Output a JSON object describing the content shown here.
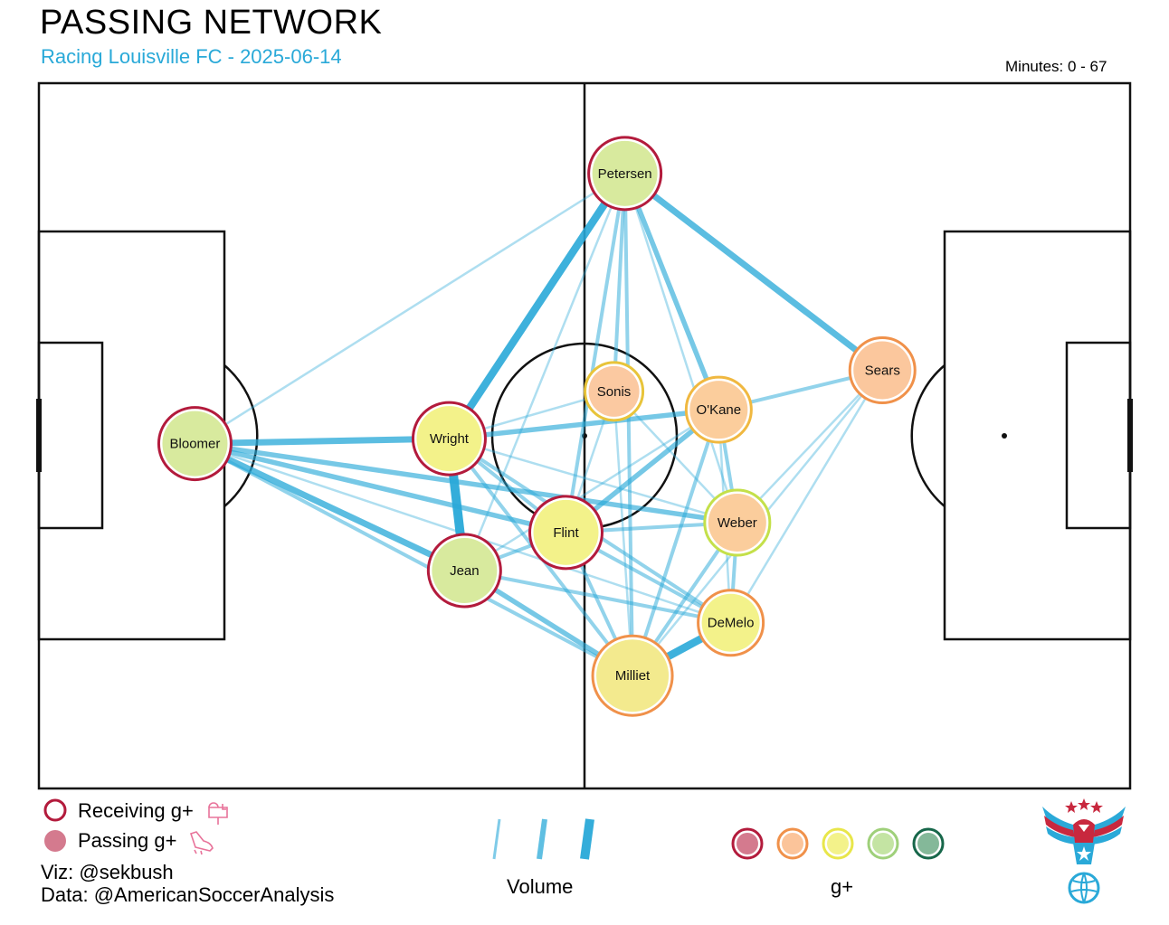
{
  "title": "PASSING NETWORK",
  "subtitle": "Racing Louisville FC - 2025-06-14",
  "minutes": "Minutes: 0 - 67",
  "legend": {
    "receiving": "Receiving g+",
    "passing": "Passing g+",
    "volume": "Volume",
    "gplus": "g+",
    "gplus_scale_colors": [
      "#d47a8e",
      "#fbc49a",
      "#f3f28a",
      "#c4e4a3",
      "#84b899"
    ],
    "gplus_scale_borders": [
      "#b31b3c",
      "#f0914a",
      "#e8e64a",
      "#9fd07a",
      "#17674a"
    ]
  },
  "credits": {
    "viz": "Viz: @sekbush",
    "data": "Data: @AmericanSoccerAnalysis"
  },
  "icons": [
    "mailbox-icon",
    "boot-icon",
    "eagle-logo-icon"
  ],
  "chart_data": {
    "type": "network",
    "pitch_units": {
      "x": [
        0,
        100
      ],
      "y": [
        0,
        100
      ]
    },
    "nodes": [
      {
        "name": "Petersen",
        "x": 53.7,
        "y": 87.2,
        "pass_color": "#d8ea9e",
        "recv_color": "#b31b3c",
        "size": 3
      },
      {
        "name": "Sonis",
        "x": 52.7,
        "y": 56.3,
        "pass_color": "#fbc9a1",
        "recv_color": "#e8c43a",
        "size": 1
      },
      {
        "name": "O'Kane",
        "x": 62.3,
        "y": 53.7,
        "pass_color": "#fbcd9c",
        "recv_color": "#f0b840",
        "size": 2
      },
      {
        "name": "Sears",
        "x": 77.3,
        "y": 59.3,
        "pass_color": "#fbc79d",
        "recv_color": "#f0914a",
        "size": 2
      },
      {
        "name": "Bloomer",
        "x": 14.3,
        "y": 48.9,
        "pass_color": "#d8ea9e",
        "recv_color": "#b31b3c",
        "size": 3
      },
      {
        "name": "Wright",
        "x": 37.6,
        "y": 49.6,
        "pass_color": "#f3f28a",
        "recv_color": "#b31b3c",
        "size": 3
      },
      {
        "name": "Flint",
        "x": 48.3,
        "y": 36.3,
        "pass_color": "#f3f28a",
        "recv_color": "#b31b3c",
        "size": 3
      },
      {
        "name": "Weber",
        "x": 64.0,
        "y": 37.7,
        "pass_color": "#fbcd9c",
        "recv_color": "#c4e04a",
        "size": 2
      },
      {
        "name": "Jean",
        "x": 39.0,
        "y": 30.9,
        "pass_color": "#d8ea9e",
        "recv_color": "#b31b3c",
        "size": 3
      },
      {
        "name": "DeMelo",
        "x": 63.4,
        "y": 23.5,
        "pass_color": "#f3f28a",
        "recv_color": "#f0914a",
        "size": 2
      },
      {
        "name": "Milliet",
        "x": 54.4,
        "y": 16.0,
        "pass_color": "#f3ea8e",
        "recv_color": "#f0914a",
        "size": 4
      }
    ],
    "edges": [
      {
        "from": "Bloomer",
        "to": "Wright",
        "volume": 4
      },
      {
        "from": "Bloomer",
        "to": "Jean",
        "volume": 4
      },
      {
        "from": "Bloomer",
        "to": "Flint",
        "volume": 3
      },
      {
        "from": "Bloomer",
        "to": "Weber",
        "volume": 3
      },
      {
        "from": "Bloomer",
        "to": "Milliet",
        "volume": 2
      },
      {
        "from": "Bloomer",
        "to": "Petersen",
        "volume": 1
      },
      {
        "from": "Bloomer",
        "to": "DeMelo",
        "volume": 1
      },
      {
        "from": "Wright",
        "to": "Jean",
        "volume": 6
      },
      {
        "from": "Wright",
        "to": "Petersen",
        "volume": 5
      },
      {
        "from": "Wright",
        "to": "O'Kane",
        "volume": 3
      },
      {
        "from": "Wright",
        "to": "Flint",
        "volume": 2
      },
      {
        "from": "Wright",
        "to": "Milliet",
        "volume": 2
      },
      {
        "from": "Wright",
        "to": "Sonis",
        "volume": 1
      },
      {
        "from": "Wright",
        "to": "Weber",
        "volume": 1
      },
      {
        "from": "Wright",
        "to": "DeMelo",
        "volume": 2
      },
      {
        "from": "Jean",
        "to": "Milliet",
        "volume": 3
      },
      {
        "from": "Jean",
        "to": "Flint",
        "volume": 2
      },
      {
        "from": "Jean",
        "to": "DeMelo",
        "volume": 2
      },
      {
        "from": "Jean",
        "to": "O'Kane",
        "volume": 1
      },
      {
        "from": "Jean",
        "to": "Petersen",
        "volume": 1
      },
      {
        "from": "Petersen",
        "to": "O'Kane",
        "volume": 3
      },
      {
        "from": "Petersen",
        "to": "Sears",
        "volume": 4
      },
      {
        "from": "Petersen",
        "to": "Sonis",
        "volume": 2
      },
      {
        "from": "Petersen",
        "to": "Flint",
        "volume": 2
      },
      {
        "from": "Petersen",
        "to": "Milliet",
        "volume": 2
      },
      {
        "from": "Petersen",
        "to": "Weber",
        "volume": 1
      },
      {
        "from": "Flint",
        "to": "O'Kane",
        "volume": 3
      },
      {
        "from": "Flint",
        "to": "Weber",
        "volume": 2
      },
      {
        "from": "Flint",
        "to": "DeMelo",
        "volume": 2
      },
      {
        "from": "Flint",
        "to": "Milliet",
        "volume": 2
      },
      {
        "from": "Flint",
        "to": "Sonis",
        "volume": 1
      },
      {
        "from": "O'Kane",
        "to": "Sears",
        "volume": 2
      },
      {
        "from": "O'Kane",
        "to": "Weber",
        "volume": 2
      },
      {
        "from": "O'Kane",
        "to": "Milliet",
        "volume": 2
      },
      {
        "from": "O'Kane",
        "to": "DeMelo",
        "volume": 1
      },
      {
        "from": "Sears",
        "to": "Weber",
        "volume": 1
      },
      {
        "from": "Sears",
        "to": "DeMelo",
        "volume": 1
      },
      {
        "from": "Sears",
        "to": "Milliet",
        "volume": 1
      },
      {
        "from": "Weber",
        "to": "DeMelo",
        "volume": 2
      },
      {
        "from": "Weber",
        "to": "Milliet",
        "volume": 2
      },
      {
        "from": "DeMelo",
        "to": "Milliet",
        "volume": 5
      },
      {
        "from": "Sonis",
        "to": "Milliet",
        "volume": 1
      },
      {
        "from": "Sonis",
        "to": "Weber",
        "volume": 1
      }
    ]
  }
}
